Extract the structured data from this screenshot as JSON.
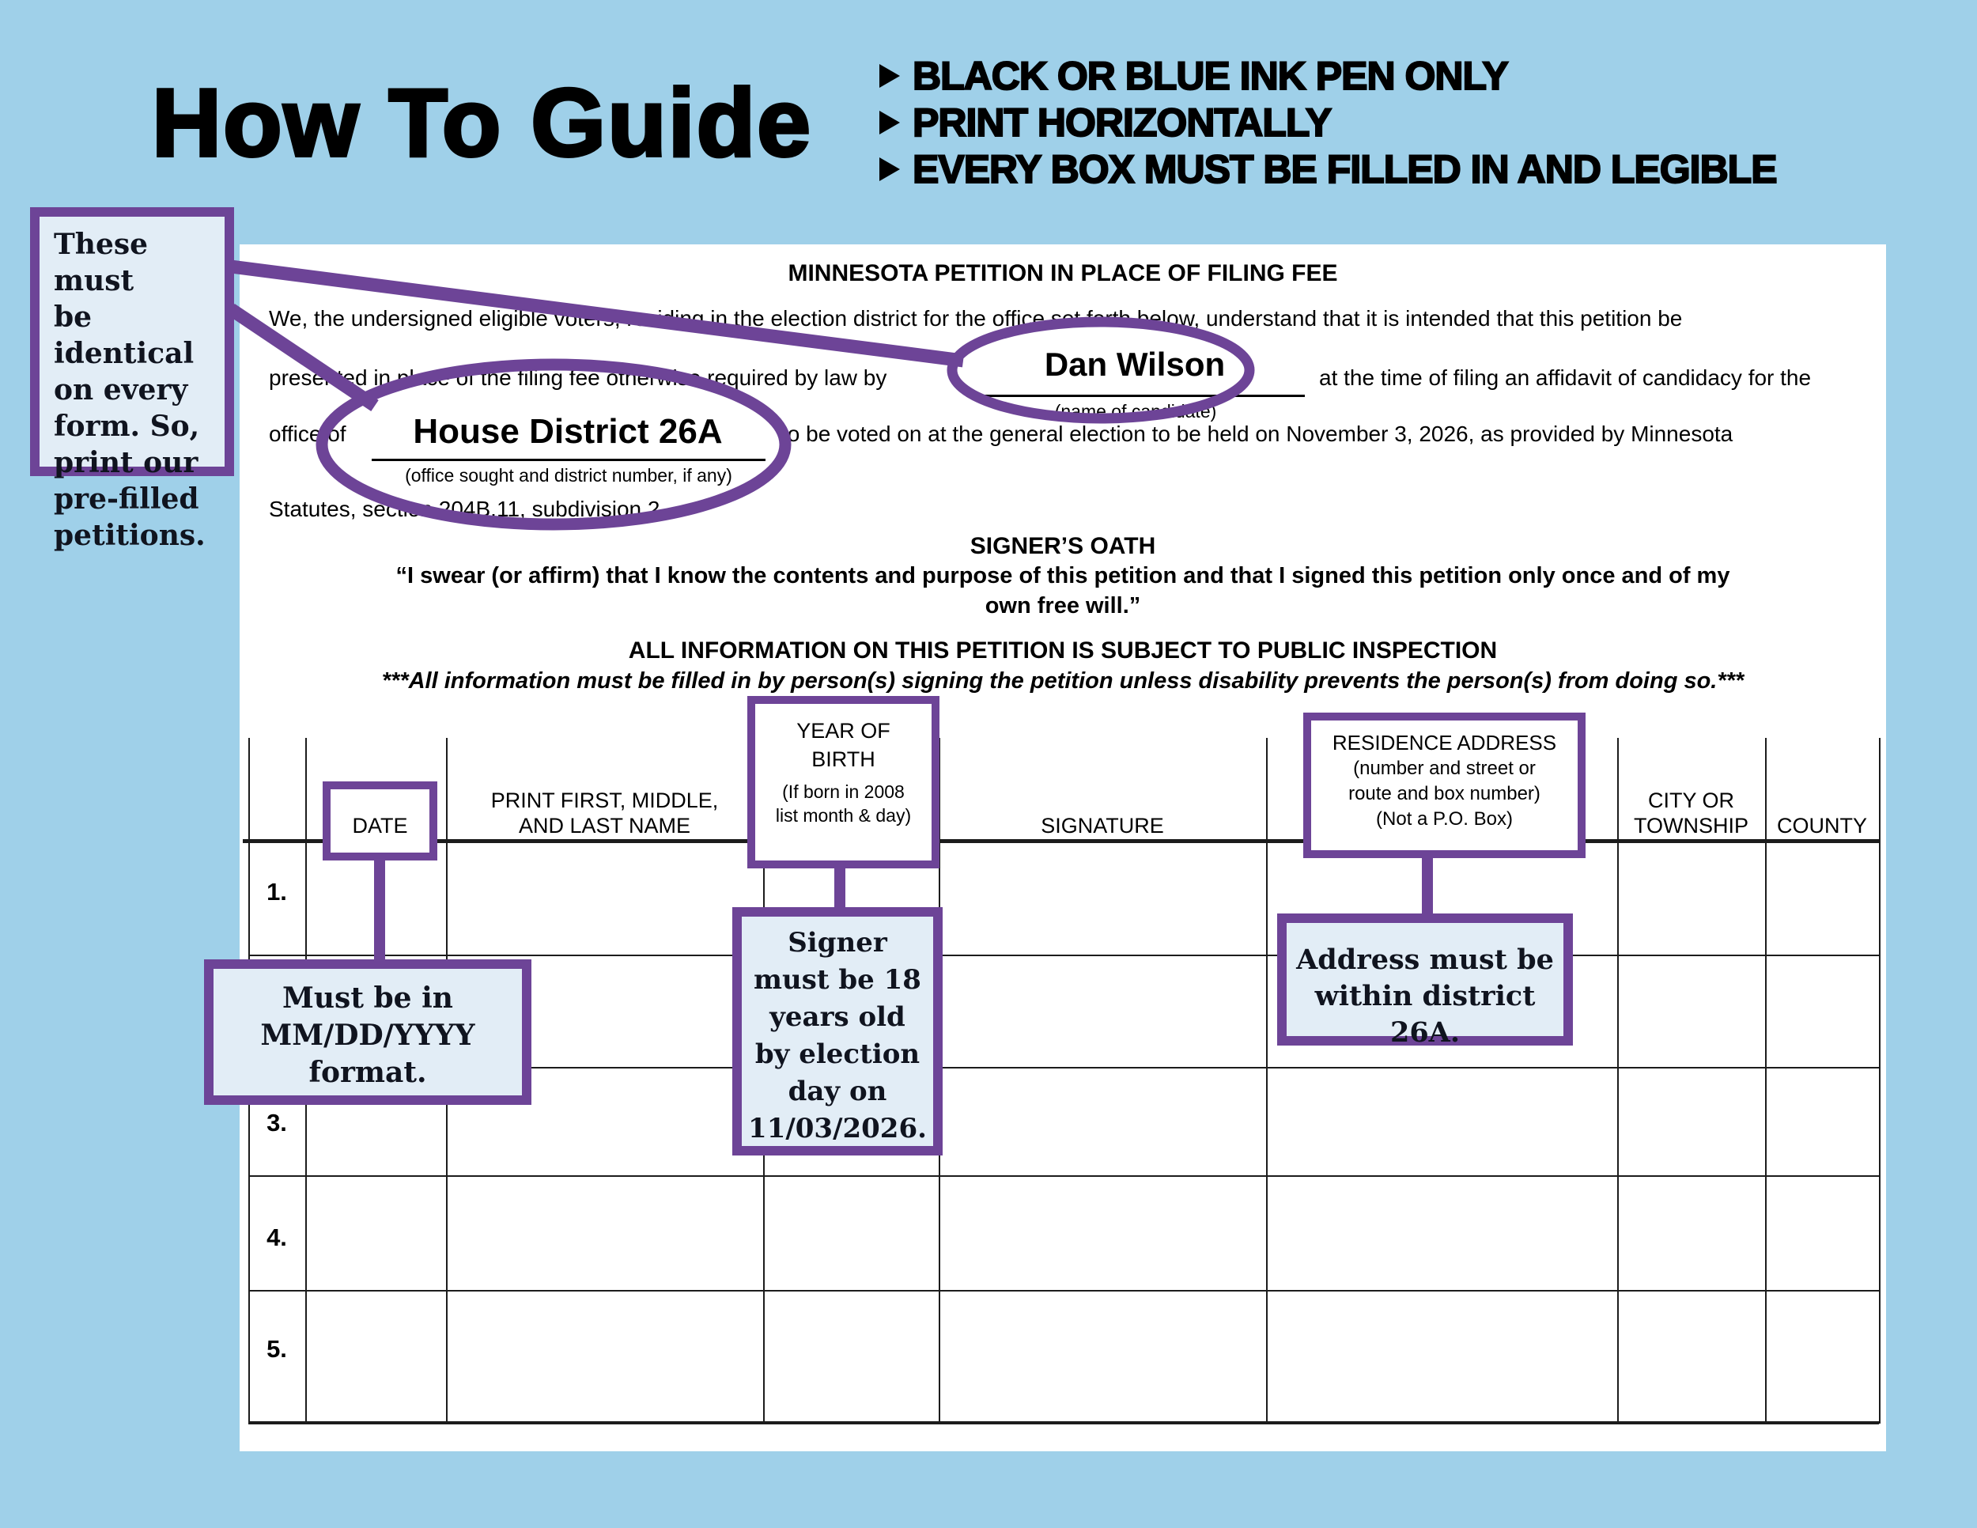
{
  "colors": {
    "background": "#9fd0e9",
    "purple": "#6d4497",
    "callout_fill": "#e2edf6",
    "ink": "#000000"
  },
  "header": {
    "title": "How To Guide",
    "bullets": [
      "BLACK OR BLUE INK PEN ONLY",
      "PRINT HORIZONTALLY",
      "EVERY BOX MUST BE FILLED IN AND LEGIBLE"
    ]
  },
  "callouts": {
    "identical": {
      "lines": [
        "These must",
        "be identical",
        "on every",
        "form. So,",
        "print our",
        "pre-filled",
        "petitions."
      ]
    },
    "date": {
      "lines": [
        "Must be in",
        "MM/DD/YYYY",
        "format."
      ]
    },
    "age": {
      "lines": [
        "Signer",
        "must be 18",
        "years old",
        "by election",
        "day on",
        "11/03/2026."
      ]
    },
    "address": {
      "lines": [
        "Address must be",
        "within district 26A."
      ]
    }
  },
  "form": {
    "title": "MINNESOTA PETITION IN PLACE OF FILING FEE",
    "p1": "We, the undersigned eligible voters, residing in the election district for the office set forth below, understand that it is intended that this petition be",
    "p2a": "presented in place of the filing fee otherwise required by law by",
    "candidate": "Dan Wilson",
    "candidate_cap": "(name of candidate)",
    "p2b": "at the time of filing an affidavit of candidacy for the",
    "p3a": "office of",
    "office": "House District 26A",
    "office_cap": "(office sought and district number, if any)",
    "p3b": "to be voted on at the general election to be held on November 3, 2026, as provided by Minnesota",
    "p4": "Statutes, section 204B.11, subdivision 2.",
    "oath_title": "SIGNER’S OATH",
    "oath1": "“I swear (or affirm) that I know the contents and purpose of this petition and that I signed this petition only once and of my",
    "oath2": "own free will.”",
    "inspection": "ALL INFORMATION ON THIS PETITION IS SUBJECT TO PUBLIC INSPECTION",
    "note": "***All information must be filled in by person(s) signing the petition unless disability prevents the person(s) from doing so.***"
  },
  "table": {
    "h": {
      "date": "DATE",
      "name1": "PRINT FIRST, MIDDLE,",
      "name2": "AND LAST NAME",
      "yob1": "YEAR OF",
      "yob2": "BIRTH",
      "yob3": "(If born in 2008",
      "yob4": "list month & day)",
      "sig": "SIGNATURE",
      "res1": "RESIDENCE ADDRESS",
      "res2": "(number and street or",
      "res3": "route and box number)",
      "res4": "(Not a P.O. Box)",
      "city1": "CITY OR",
      "city2": "TOWNSHIP",
      "county": "COUNTY"
    },
    "rows": [
      "1.",
      "3.",
      "4.",
      "5."
    ]
  }
}
